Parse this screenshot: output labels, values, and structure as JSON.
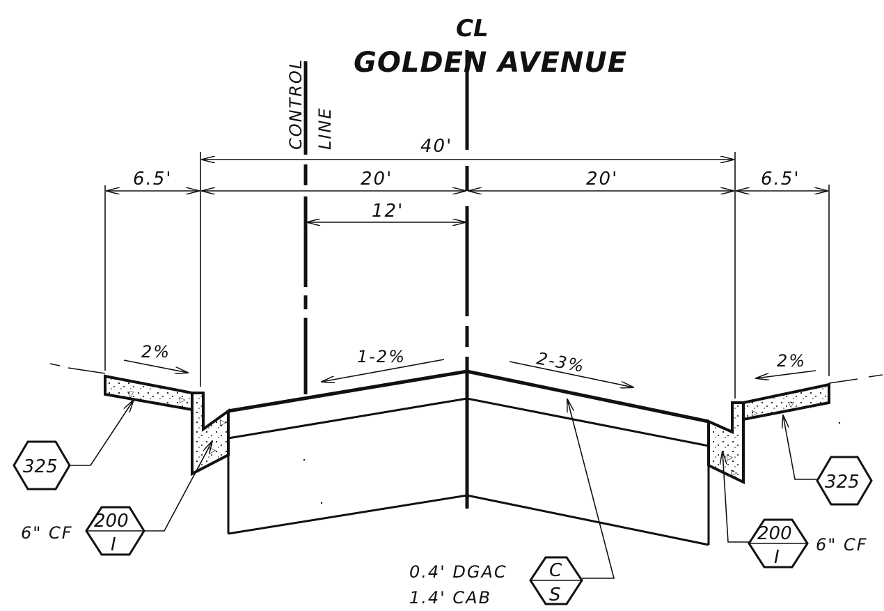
{
  "title": "GOLDEN AVENUE",
  "centerline_symbol": "CL",
  "control_line_label": [
    "CONTROL",
    "LINE"
  ],
  "dimensions": {
    "total": "40'",
    "left_shoulder": "6.5'",
    "left_half": "20'",
    "right_half": "20'",
    "right_shoulder": "6.5'",
    "control_offset": "12'"
  },
  "slopes": {
    "left_walk": "2%",
    "left_travel": "1-2%",
    "right_travel": "2-3%",
    "right_walk": "2%"
  },
  "callouts": {
    "sidewalk_left": "325",
    "sidewalk_right": "325",
    "curb_left": {
      "note": "6\" CF",
      "top": "200",
      "bottom": "I"
    },
    "curb_right": {
      "note": "6\" CF",
      "top": "200",
      "bottom": "I"
    },
    "pavement": {
      "line1": "0.4' DGAC",
      "line2": "1.4' CAB",
      "top": "C",
      "bottom": "S"
    }
  },
  "colors": {
    "ink": "#111111",
    "background": "#ffffff"
  }
}
